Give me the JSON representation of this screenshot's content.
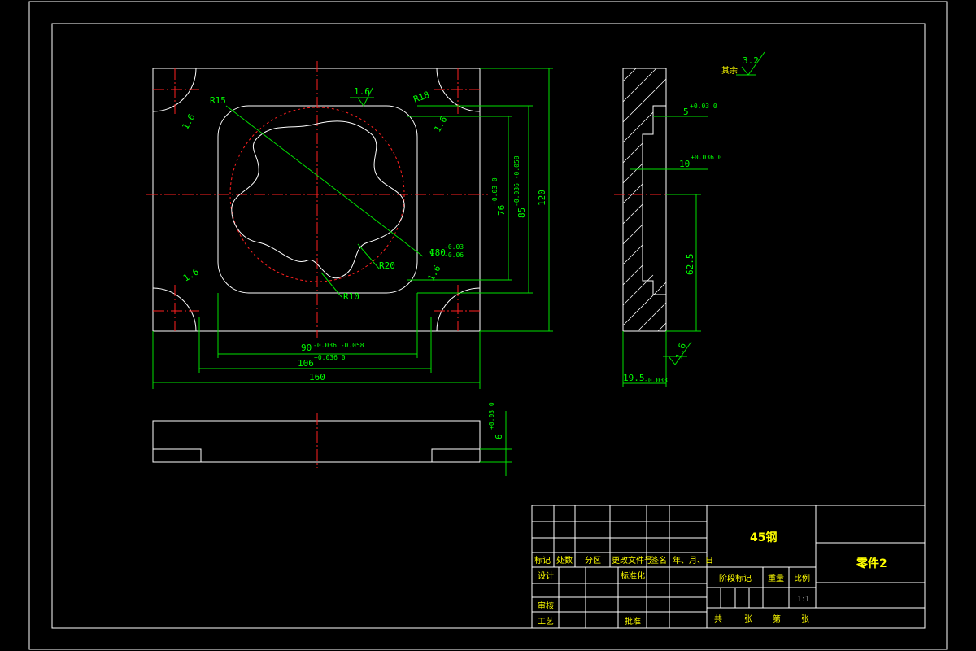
{
  "drawing": {
    "dimensions": {
      "r15": "R15",
      "r18": "R18",
      "r20": "R20",
      "r10": "R10",
      "rough_top": "1.6",
      "rough_corner_tl": "1.6",
      "rough_corner_tr": "1.6",
      "rough_corner_bl": "1.6",
      "rough_corner_br": "1.6",
      "rough_side": "1.6",
      "dia80": "Φ80",
      "dia80_tol_up": "-0.03",
      "dia80_tol_lo": "-0.06",
      "d76": "76",
      "d76_tol": "+0.03 0",
      "d85": "85",
      "d85_tol": "-0.036 -0.058",
      "d120": "120",
      "d90": "90",
      "d90_tol": "-0.036 -0.058",
      "d106": "106",
      "d106_tol": "+0.036 0",
      "d160": "160",
      "d5": "5",
      "d5_tol": "+0.03 0",
      "d10": "10",
      "d10_tol": "+0.036 0",
      "d62_5": "62.5",
      "d19_5": "19.5",
      "d19_5_tol": "-0.033",
      "d6": "6",
      "d6_tol": "+0.03 0"
    },
    "note_rest_label": "其余",
    "note_rest_value": "3.2"
  },
  "title_block": {
    "material": "45钢",
    "part_name": "零件2",
    "header": [
      "标记",
      "处数",
      "分区",
      "更改文件号",
      "签名",
      "年、月、日"
    ],
    "row_design": "设计",
    "row_standard": "标准化",
    "row_review": "审核",
    "row_process": "工艺",
    "row_approve": "批准",
    "stage_mark": "阶段标记",
    "weight": "重量",
    "scale_label": "比例",
    "scale_value": "1:1",
    "sheets_total": "共",
    "sheets_zhang": "张",
    "sheets_no": "第",
    "sheets_zhang2": "张"
  }
}
